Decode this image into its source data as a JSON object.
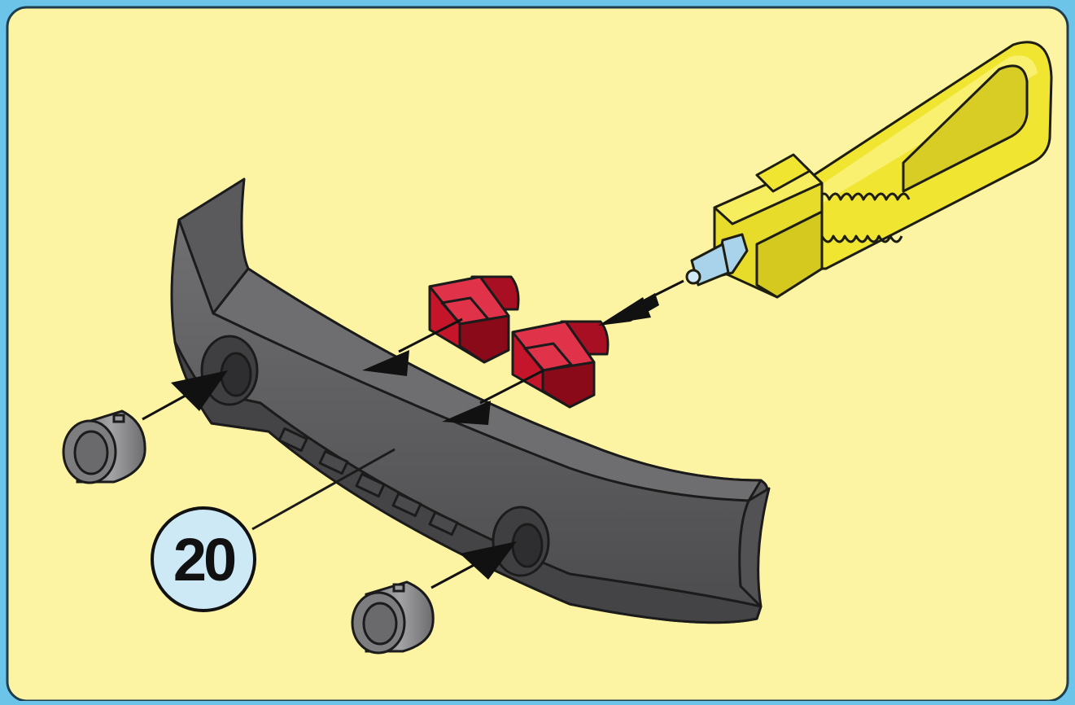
{
  "step": {
    "number": "20"
  },
  "colors": {
    "frame_border": "#6cc4e8",
    "panel_background": "#fdf4a3",
    "bumper": "#5f5f61",
    "clip_red": "#c4152a",
    "tool_yellow": "#f0e531",
    "tool_tip": "#a9d3ea",
    "step_badge": "#cde9f6",
    "roller": "#8c8c8e"
  },
  "parts": [
    {
      "name": "bumper",
      "label": "20"
    },
    {
      "name": "red-clip",
      "count": 2
    },
    {
      "name": "end-cap",
      "count": 2
    },
    {
      "name": "screwdriver-tool",
      "count": 1
    }
  ],
  "arrows": {
    "count": 5
  }
}
